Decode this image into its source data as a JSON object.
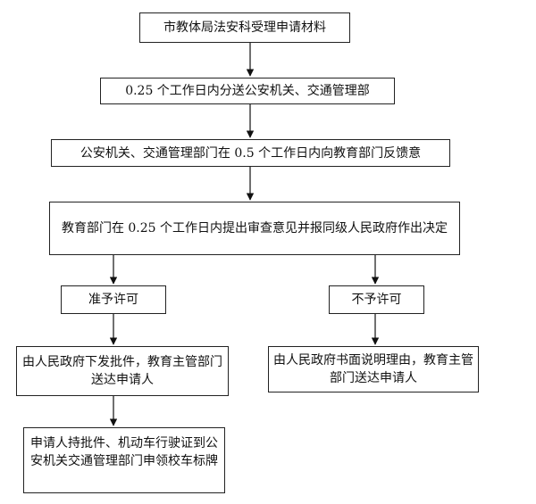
{
  "steps": {
    "s1": "市教体局法安科受理申请材料",
    "s2": "0.25 个工作日内分送公安机关、交通管理部",
    "s3": "公安机关、交通管理部门在 0.5 个工作日内向教育部门反馈意",
    "s4": "教育部门在 0.25 个工作日内提出审查意见并报同级人民政府作出决定",
    "approve": "准予许可",
    "deny": "不予许可",
    "approve_next": "由人民政府下发批件，教育主管部门送达申请人",
    "deny_next": "由人民政府书面说明理由，教育主管部门送达申请人",
    "final": "申请人持批件、机动车行驶证到公安机关交通管理部门申领校车标牌"
  }
}
